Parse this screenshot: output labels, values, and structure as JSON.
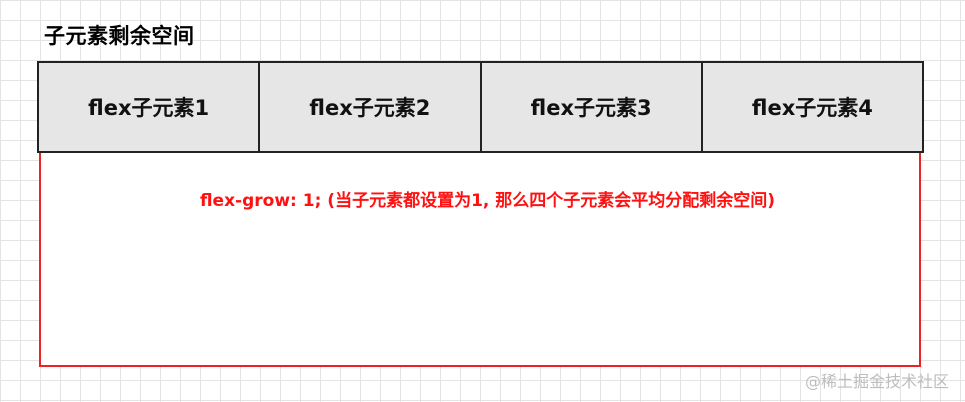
{
  "title": "子元素剩余空间",
  "children": [
    {
      "label": "flex子元素1"
    },
    {
      "label": "flex子元素2"
    },
    {
      "label": "flex子元素3"
    },
    {
      "label": "flex子元素4"
    }
  ],
  "note": "flex-grow: 1; (当子元素都设置为1, 那么四个子元素会平均分配剩余空间)",
  "watermark": "@稀土掘金技术社区",
  "colors": {
    "container_border": "#ee2222",
    "child_border": "#222222",
    "child_background": "#e6e6e6",
    "note_text": "#ff1111",
    "grid_line": "#e4e4e4"
  }
}
